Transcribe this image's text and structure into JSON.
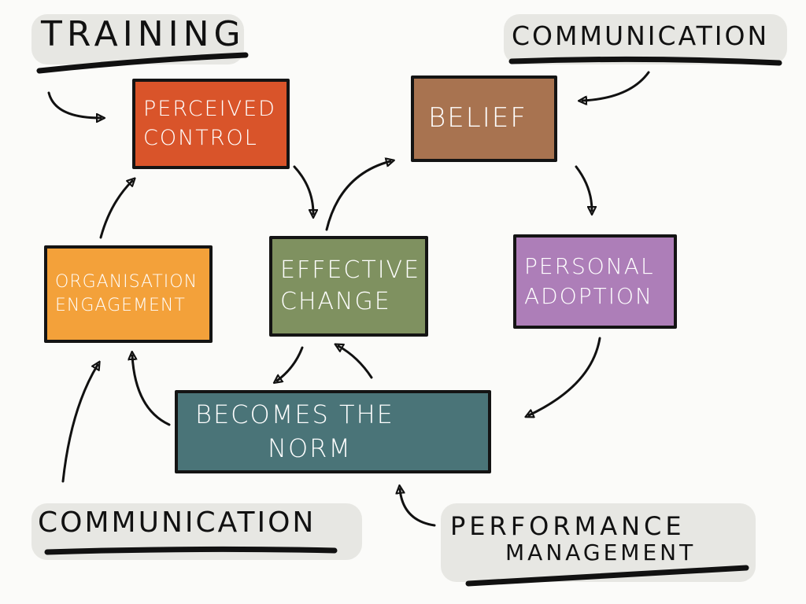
{
  "nodes": {
    "perceived_control": {
      "line1": "Perceived",
      "line2": "Control",
      "color": "#d9542a"
    },
    "belief": {
      "line1": "Belief",
      "color": "#a87350"
    },
    "effective_change": {
      "line1": "Effective",
      "line2": "Change",
      "color": "#7f9160"
    },
    "personal_adoption": {
      "line1": "Personal",
      "line2": "Adoption",
      "color": "#ad7eb8"
    },
    "organisation_engagement": {
      "line1": "Organisation",
      "line2": "Engagement",
      "color": "#f3a13a"
    },
    "becomes_the_norm": {
      "line1": "Becomes the",
      "line2": "Norm",
      "color": "#4a7478"
    }
  },
  "labels": {
    "training": "Training",
    "communication_top": "Communication",
    "communication_bottom": "Communication",
    "performance_line1": "Performance",
    "performance_line2": "Management"
  },
  "colors": {
    "ink": "#111111",
    "background": "#fbfbf9"
  }
}
